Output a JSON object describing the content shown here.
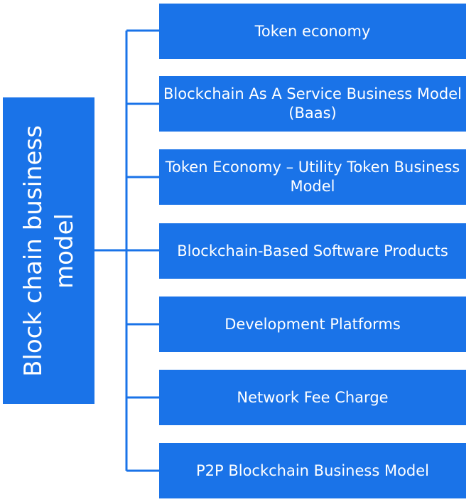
{
  "root": {
    "label": "Block chain business model"
  },
  "branches": [
    {
      "label": "Token economy"
    },
    {
      "label": "Blockchain As A Service Business Model (Baas)"
    },
    {
      "label": "Token Economy – Utility Token Business Model"
    },
    {
      "label": "Blockchain-Based Software Products"
    },
    {
      "label": "Development Platforms"
    },
    {
      "label": "Network Fee Charge"
    },
    {
      "label": "P2P Blockchain Business Model"
    }
  ],
  "colors": {
    "box_fill": "#1a73e8",
    "connector": "#1a73e8",
    "text": "#ffffff"
  }
}
